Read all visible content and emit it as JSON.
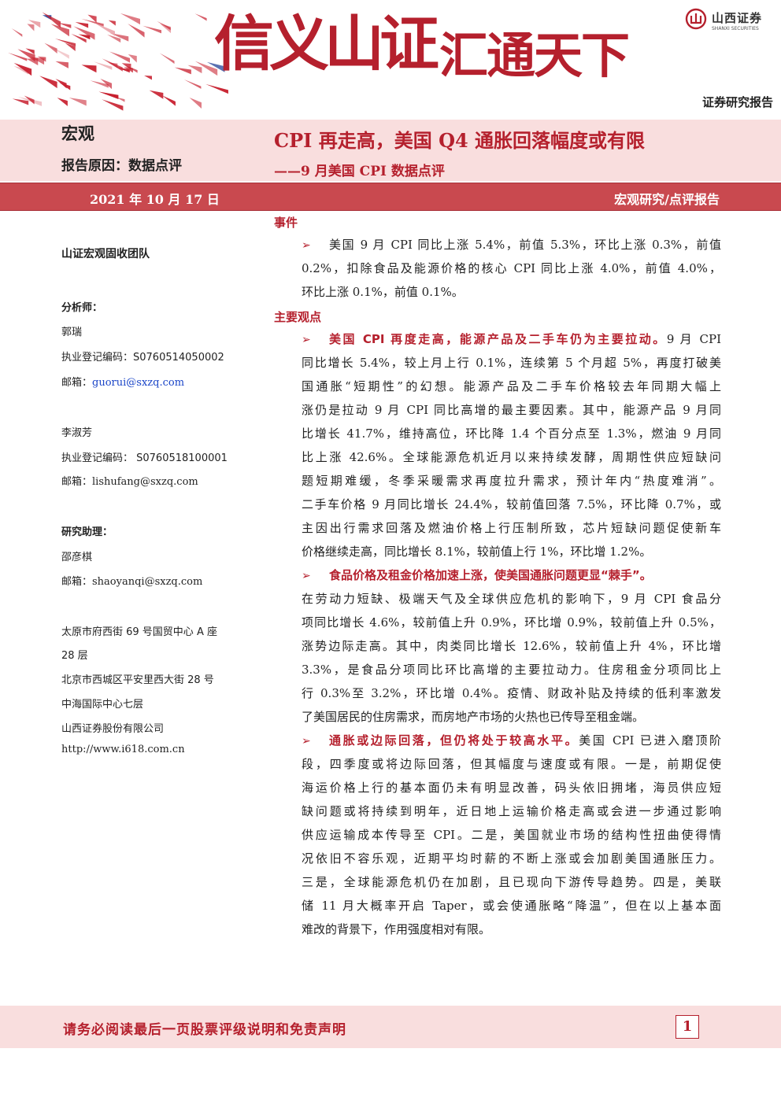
{
  "header": {
    "slogan_part1": "信义山证",
    "slogan_part2": "汇通天下",
    "logo_cn": "山西证券",
    "logo_en": "SHANXI SECURITIES",
    "report_type": "证券研究报告",
    "brand_color": "#b5202d"
  },
  "title_block": {
    "category": "宏观",
    "reason": "报告原因：数据点评",
    "main_title": "CPI 再走高，美国 Q4 通胀回落幅度或有限",
    "sub_title": "——9 月美国 CPI 数据点评"
  },
  "date_bar": {
    "date": "2021 年 10 月 17 日",
    "series": "宏观研究/点评报告"
  },
  "sidebar": {
    "team": "山证宏观固收团队",
    "analyst_label": "分析师：",
    "analyst1_name": "郭瑞",
    "analyst1_reg": "执业登记编码：S0760514050002",
    "analyst1_mail_label": "邮箱：",
    "analyst1_mail": "guorui@sxzq.com",
    "analyst2_name": "李淑芳",
    "analyst2_reg": "执业登记编码：  S0760518100001",
    "analyst2_mail_label": "邮箱：",
    "analyst2_mail": "lishufang@sxzq.com",
    "assistant_label": "研究助理：",
    "assistant_name": "邵彦棋",
    "assistant_mail_label": "邮箱：",
    "assistant_mail": "shaoyanqi@sxzq.com",
    "addr1_line1": "太原市府西街 69 号国贸中心 A 座",
    "addr1_line2": "28 层",
    "addr2_line1": "北京市西城区平安里西大街 28 号",
    "addr2_line2": "中海国际中心七层",
    "company": "山西证券股份有限公司",
    "website": "http://www.i618.com.cn"
  },
  "content": {
    "section_event": "事件",
    "event_lines": [
      "美国 9 月 CPI 同比上涨 5.4%，前值 5.3%，环比上涨 0.3%，前值",
      "0.2%，扣除食品及能源价格的核心 CPI 同比上涨 4.0%，前值 4.0%，",
      "环比上涨 0.1%，前值 0.1%。"
    ],
    "section_views": "主要观点",
    "p1_lead": "美国 CPI 再度走高，能源产品及二手车仍为主要拉动。",
    "p1_first_tail": "9 月 CPI",
    "p1_lines": [
      "同比增长 5.4%，较上月上行 0.1%，连续第 5 个月超 5%，再度打破美",
      "国通胀“短期性”的幻想。能源产品及二手车价格较去年同期大幅上",
      "涨仍是拉动 9 月 CPI 同比高增的最主要因素。其中，能源产品 9 月同",
      "比增长 41.7%，维持高位，环比降 1.4 个百分点至 1.3%，燃油 9 月同",
      "比上涨 42.6%。全球能源危机近月以来持续发酵，周期性供应短缺问",
      "题短期难缓，冬季采暖需求再度拉升需求，预计年内“热度难消”。",
      "二手车价格 9 月同比增长 24.4%，较前值回落 7.5%，环比降 0.7%，或",
      "主因出行需求回落及燃油价格上行压制所致，芯片短缺问题促使新车",
      "价格继续走高，同比增长 8.1%，较前值上行 1%，环比增 1.2%。"
    ],
    "p2_lead": "食品价格及租金价格加速上涨，使美国通胀问题更显“棘手”。",
    "p2_lines": [
      "在劳动力短缺、极端天气及全球供应危机的影响下，9 月 CPI 食品分",
      "项同比增长 4.6%，较前值上升 0.9%，环比增 0.9%，较前值上升 0.5%，",
      "涨势边际走高。其中，肉类同比增长 12.6%，较前值上升 4%，环比增",
      "3.3%，是食品分项同比环比高增的主要拉动力。住房租金分项同比上",
      "行 0.3%至 3.2%，环比增 0.4%。疫情、财政补贴及持续的低利率激发",
      "了美国居民的住房需求，而房地产市场的火热也已传导至租金端。"
    ],
    "p3_lead": "通胀或边际回落，但仍将处于较高水平。",
    "p3_first_tail": "美国 CPI 已进入磨顶阶",
    "p3_lines": [
      "段，四季度或将边际回落，但其幅度与速度或有限。一是，前期促使",
      "海运价格上行的基本面仍未有明显改善，码头依旧拥堵，海员供应短",
      "缺问题或将持续到明年，近日地上运输价格走高或会进一步通过影响",
      "供应运输成本传导至 CPI。二是，美国就业市场的结构性扭曲使得情",
      "况依旧不容乐观，近期平均时薪的不断上涨或会加剧美国通胀压力。",
      "三是，全球能源危机仍在加剧，且已现向下游传导趋势。四是，美联",
      "储 11 月大概率开启 Taper，或会使通胀略“降温”，但在以上基本面",
      "难改的背景下，作用强度相对有限。"
    ],
    "bullet_glyph": "➢"
  },
  "footer": {
    "note": "请务必阅读最后一页股票评级说明和免责声明",
    "page_number": "1"
  }
}
